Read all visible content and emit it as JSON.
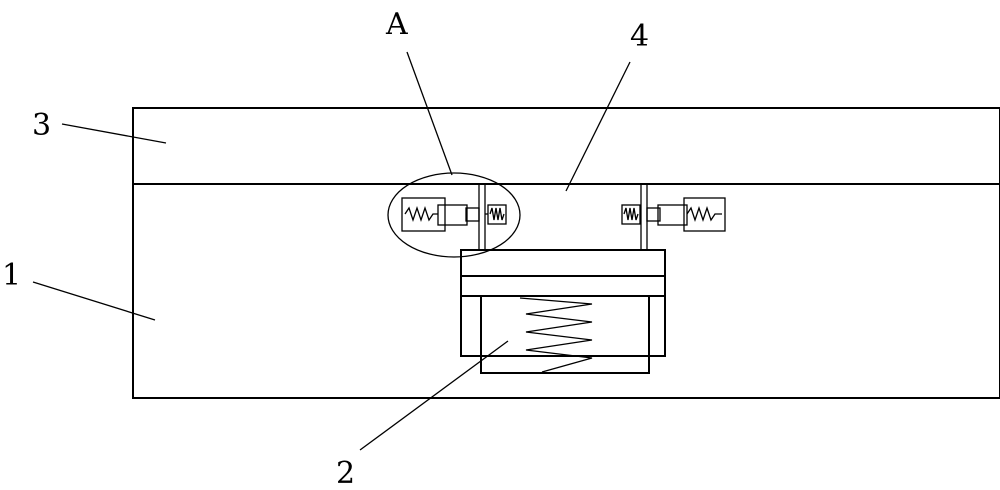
{
  "figure": {
    "labels": {
      "main_body": "1",
      "spring_housing": "2",
      "top_cover": "3",
      "center_block": "4",
      "detail_a": "A"
    },
    "colors": {
      "line": "#000000",
      "background": "#ffffff"
    }
  }
}
